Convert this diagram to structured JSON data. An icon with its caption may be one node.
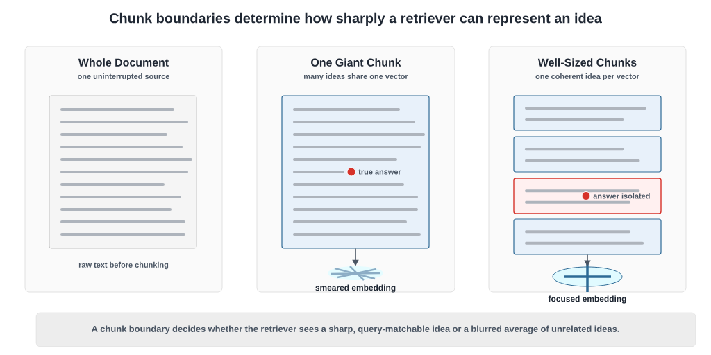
{
  "diagram": {
    "title": "Chunk boundaries determine how sharply a retriever can represent an idea",
    "nodes": [
      {
        "text": [
          "Whole Document",
          "one uninterrupted source",
          "raw text before chunking"
        ]
      },
      {
        "text": [],
        "shape": "box",
        "in": 0
      },
      {
        "text": [
          "One Giant Chunk",
          "many ideas share one vector"
        ]
      },
      {
        "text": [
          "true answer"
        ],
        "in": 2
      },
      {
        "text": [],
        "shape": "ellipse",
        "beside": [
          "smeared embedding"
        ],
        "in": 2
      },
      {
        "text": [
          "Well-Sized Chunks",
          "one coherent idea per vector"
        ]
      },
      {
        "text": [],
        "shape": "box",
        "in": 5
      },
      {
        "text": [],
        "shape": "box",
        "in": 5
      },
      {
        "text": [
          "answer isolated"
        ],
        "in": 5
      },
      {
        "text": [],
        "shape": "box",
        "in": 5
      },
      {
        "text": [],
        "shape": "ellipse",
        "beside": [
          "focused embedding"
        ],
        "in": 5
      },
      {
        "text": [
          "A chunk boundary decides whether the retriever sees a sharp, query-matchable idea or a blurred average of unrelated ideas."
        ]
      }
    ],
    "edges": [
      {
        "from": 3,
        "to": 4,
        "arrow": "to"
      },
      {
        "from": 9,
        "to": 10,
        "arrow": "to"
      }
    ]
  }
}
